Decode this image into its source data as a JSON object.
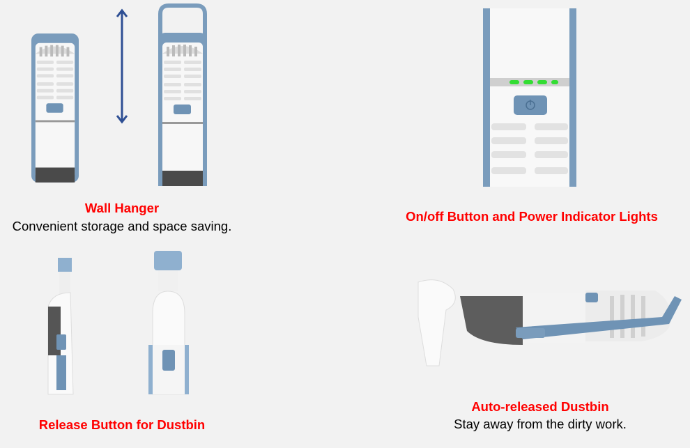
{
  "features": [
    {
      "title": "Wall Hanger",
      "description": "Convenient storage and space saving."
    },
    {
      "title": "On/off Button and Power Indicator Lights"
    },
    {
      "title": "Release Button for Dustbin"
    },
    {
      "title": "Auto-released Dustbin",
      "description": "Stay away from the dirty work."
    }
  ],
  "colors": {
    "title": "#ff0000",
    "accent_blue": "#6f93b5",
    "arrow": "#2e4f94",
    "indicator_green": "#33dd33",
    "background": "#f2f2f2"
  }
}
